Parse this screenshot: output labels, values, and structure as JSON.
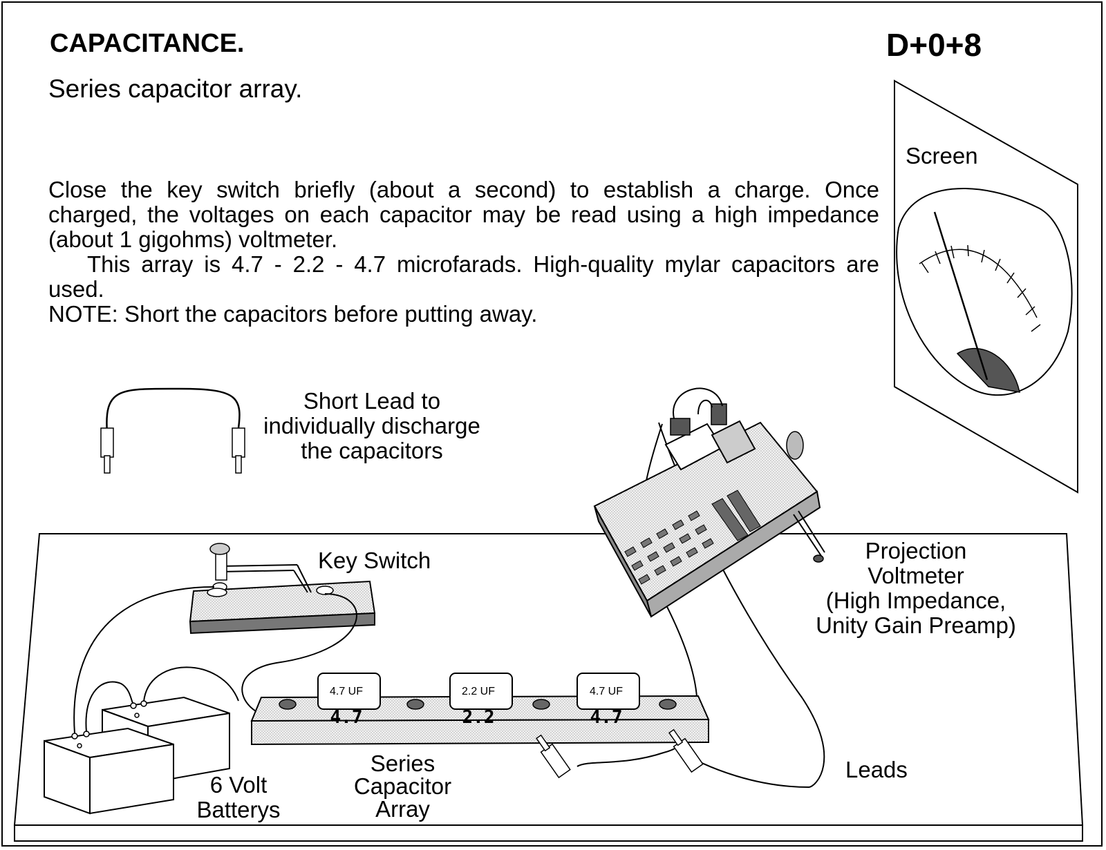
{
  "header": {
    "title": "CAPACITANCE.",
    "code": "D+0+8",
    "subtitle": "Series capacitor array."
  },
  "instructions": {
    "paragraph1": "Close the key switch briefly (about a second) to establish a charge.  Once charged, the voltages on each capacitor may be read using a high impedance (about 1 gigohms) voltmeter.",
    "paragraph2": "This array is 4.7 - 2.2 - 4.7 microfarads. High-quality mylar capacitors are used.",
    "note": "NOTE: Short the capacitors before putting away."
  },
  "labels": {
    "screen": "Screen",
    "short_lead": [
      "Short Lead to",
      "individually discharge",
      "the capacitors"
    ],
    "key_switch": "Key Switch",
    "voltmeter": [
      "Projection",
      "Voltmeter",
      "(High Impedance,",
      "Unity Gain Preamp)"
    ],
    "leads": "Leads",
    "batteries": [
      "6 Volt",
      "Batterys"
    ],
    "capacitor_array": [
      "Series",
      "Capacitor",
      "Array"
    ]
  },
  "capacitors": [
    {
      "tag": "4.7 UF",
      "value_marking": "4.7"
    },
    {
      "tag": "2.2 UF",
      "value_marking": "2.2"
    },
    {
      "tag": "4.7 UF",
      "value_marking": "4.7"
    }
  ]
}
